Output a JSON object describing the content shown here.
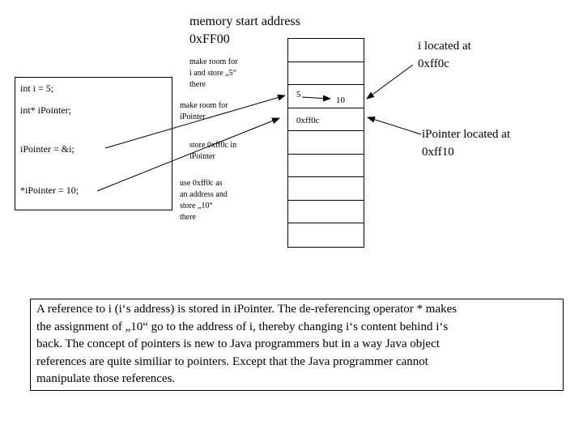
{
  "header": {
    "line1": "memory start address",
    "line2": "0xFF00"
  },
  "code_lines": [
    "int i = 5;",
    "int* iPointer;",
    "iPointer = &i;",
    "*iPointer = 10;"
  ],
  "notes": [
    [
      "make room for",
      "i and store „5“",
      "there"
    ],
    [
      "make room for",
      "iPointer"
    ],
    [
      "store 0xff0c in",
      "iPointer"
    ],
    [
      "use 0xff0c as",
      "an address and",
      "store „10“",
      "there"
    ]
  ],
  "memory": {
    "cell_value_old": "5",
    "cell_value_new": "10",
    "cell_pointer_value": "0xff0c"
  },
  "locations": {
    "i": [
      "i located at",
      "0xff0c"
    ],
    "iPointer": [
      "iPointer  located at",
      "0xff10"
    ]
  },
  "explanation": [
    "A reference to i (i‘s address) is stored in iPointer. The de-referencing operator * makes",
    "the assignment of „10“ go to the address of i, thereby changing i‘s content behind i‘s",
    "back. The concept of pointers is new to Java programmers but in a way Java object",
    "references are quite similiar to pointers. Except that the Java programmer cannot",
    "manipulate those references."
  ]
}
